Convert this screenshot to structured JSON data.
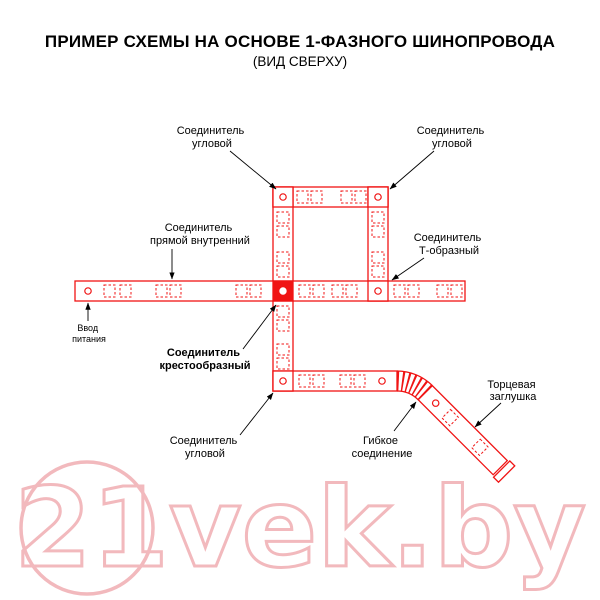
{
  "title": "ПРИМЕР СХЕМЫ НА ОСНОВЕ 1-ФАЗНОГО ШИНОПРОВОДА",
  "subtitle": "(ВИД СВЕРХУ)",
  "labels": {
    "corner_top_left": {
      "line1": "Соединитель",
      "line2": "угловой"
    },
    "corner_top_right": {
      "line1": "Соединитель",
      "line2": "угловой"
    },
    "straight_internal": {
      "line1": "Соединитель",
      "line2": "прямой внутренний"
    },
    "t_shaped": {
      "line1": "Соединитель",
      "line2": "Т-образный"
    },
    "power_input": {
      "line1": "Ввод",
      "line2": "питания"
    },
    "cross_shaped": {
      "line1": "Соединитель",
      "line2": "крестообразный"
    },
    "corner_bottom_left": {
      "line1": "Соединитель",
      "line2": "угловой"
    },
    "flexible_connection": {
      "line1": "Гибкое",
      "line2": "соединение"
    },
    "end_cap": {
      "line1": "Торцевая",
      "line2": "заглушка"
    }
  },
  "watermark": {
    "text": "21vek.by"
  },
  "colors": {
    "track_red": "#f01414",
    "watermark_pink": "#f2b9bd",
    "label_black": "#000000",
    "background": "#ffffff"
  }
}
